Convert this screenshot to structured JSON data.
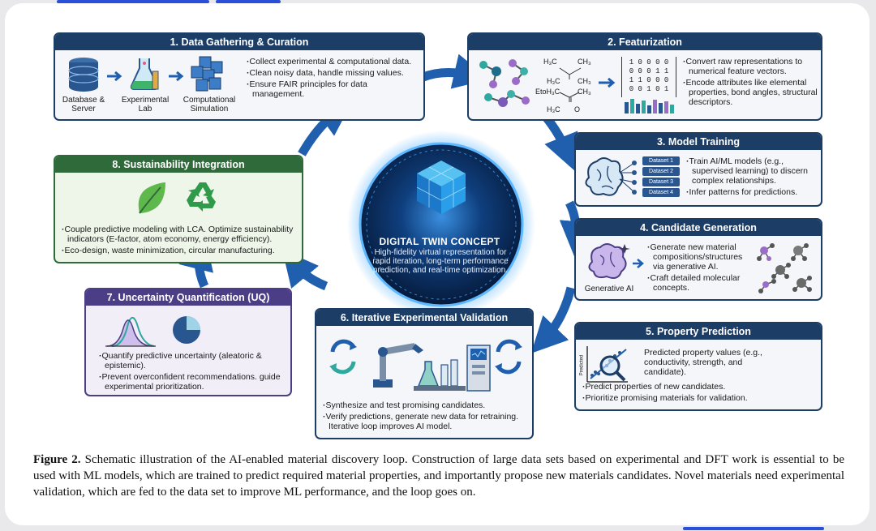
{
  "boxes": {
    "data_gathering": {
      "title": "1. Data Gathering & Curation",
      "labels": [
        "Database & Server",
        "Experimental Lab",
        "Computational Simulation"
      ],
      "bullets": [
        "Collect experimental & computational data.",
        "Clean noisy data, handle missing values.",
        "Ensure FAIR principles for data management."
      ]
    },
    "featurization": {
      "title": "2. Featurization",
      "chem_labels": [
        "H₃C",
        "CH₃",
        "H₃C",
        "CH₃",
        "EtoH₃C",
        "CH₃",
        "H₃C",
        "O"
      ],
      "matrix_rows": [
        "1 0 0 0 0",
        "0 0 0 1 1",
        "1 1 0 0 0",
        "0 0 1 0 1"
      ],
      "bullets": [
        "Convert raw representations to numerical feature vectors.",
        "Encode attributes like elemental properties, bond angles, structural descriptors."
      ]
    },
    "model_training": {
      "title": "3. Model Training",
      "datasets": [
        "Dataset 1",
        "Dataset 2",
        "Dataset 3",
        "Dataset 4"
      ],
      "bullets": [
        "Train AI/ML models (e.g., supervised learning) to discern complex relationships.",
        "Infer patterns for predictions."
      ]
    },
    "candidate_generation": {
      "title": "4. Candidate Generation",
      "icon_label": "Generative AI",
      "bullets": [
        "Generate new material compositions/structures via generative AI.",
        "Craft detailed molecular concepts."
      ]
    },
    "property_prediction": {
      "title": "5. Property Prediction",
      "axis_label": "Predicted",
      "main_text": "Predicted property values (e.g., conductivity, strength, and candidate).",
      "bullets": [
        "Predict properties of new candidates.",
        "Prioritize promising materials for validation."
      ]
    },
    "validation": {
      "title": "6. Iterative Experimental Validation",
      "bullets": [
        "Synthesize and test promising candidates.",
        "Verify predictions, generate new data for retraining. Iterative loop improves AI model."
      ]
    },
    "uncertainty": {
      "title": "7. Uncertainty Quantification (UQ)",
      "bullets": [
        "Quantify predictive uncertainty (aleatoric & epistemic).",
        "Prevent overconfident recommendations. guide experimental prioritization."
      ]
    },
    "sustainability": {
      "title": "8. Sustainability Integration",
      "bullets": [
        "Couple predictive modeling with LCA. Optimize sustainability indicators (E-factor, atom economy, energy efficiency).",
        "Eco-design, waste minimization, circular manufacturing."
      ]
    }
  },
  "center": {
    "title": "DIGITAL TWIN CONCEPT",
    "description": "High-fidelity virtual representation for rapid iteration, long-term performance prediction, and real-time optimization."
  },
  "caption": {
    "label": "Figure 2.",
    "text": "Schematic illustration of the AI-enabled material discovery loop. Construction of large data sets based on experimental and DFT work is essential to be used with ML models, which are trained to predict required material properties, and importantly propose new materials candidates. Novel materials need experimental validation, which are fed to the data set to improve ML performance, and the loop goes on."
  },
  "colors": {
    "box_navy": "#1c3d66",
    "box_green": "#2f6b3a",
    "box_purple": "#4b3d86",
    "arrow_blue": "#1f5fae",
    "twin_glow": "#3aa6ff",
    "accent_bar": "#2a4fd8"
  }
}
